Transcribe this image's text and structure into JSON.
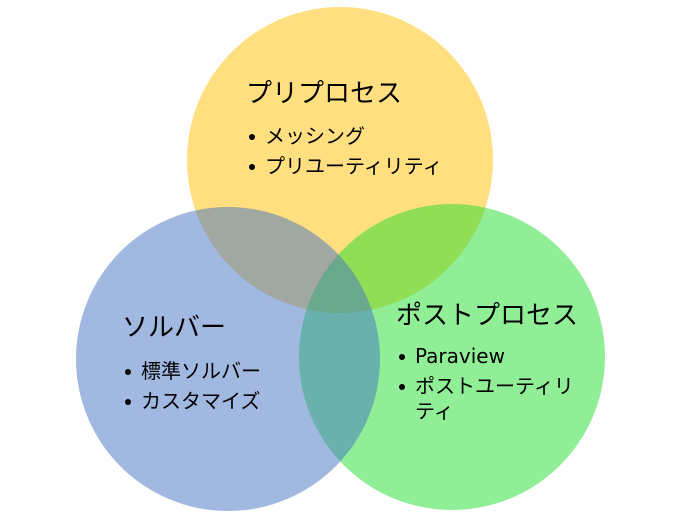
{
  "colors": {
    "preprocess_circle": "#FFC000",
    "solver_circle": "#4472C4",
    "postprocess_circle": "#21DD2D"
  },
  "preprocess": {
    "title": "プリプロセス",
    "items": [
      "メッシング",
      "プリユーティリティ"
    ]
  },
  "solver": {
    "title": "ソルバー",
    "items": [
      "標準ソルバー",
      "カスタマイズ"
    ]
  },
  "postprocess": {
    "title": "ポストプロセス",
    "items": [
      "Paraview",
      "ポストユーティリティ"
    ]
  }
}
